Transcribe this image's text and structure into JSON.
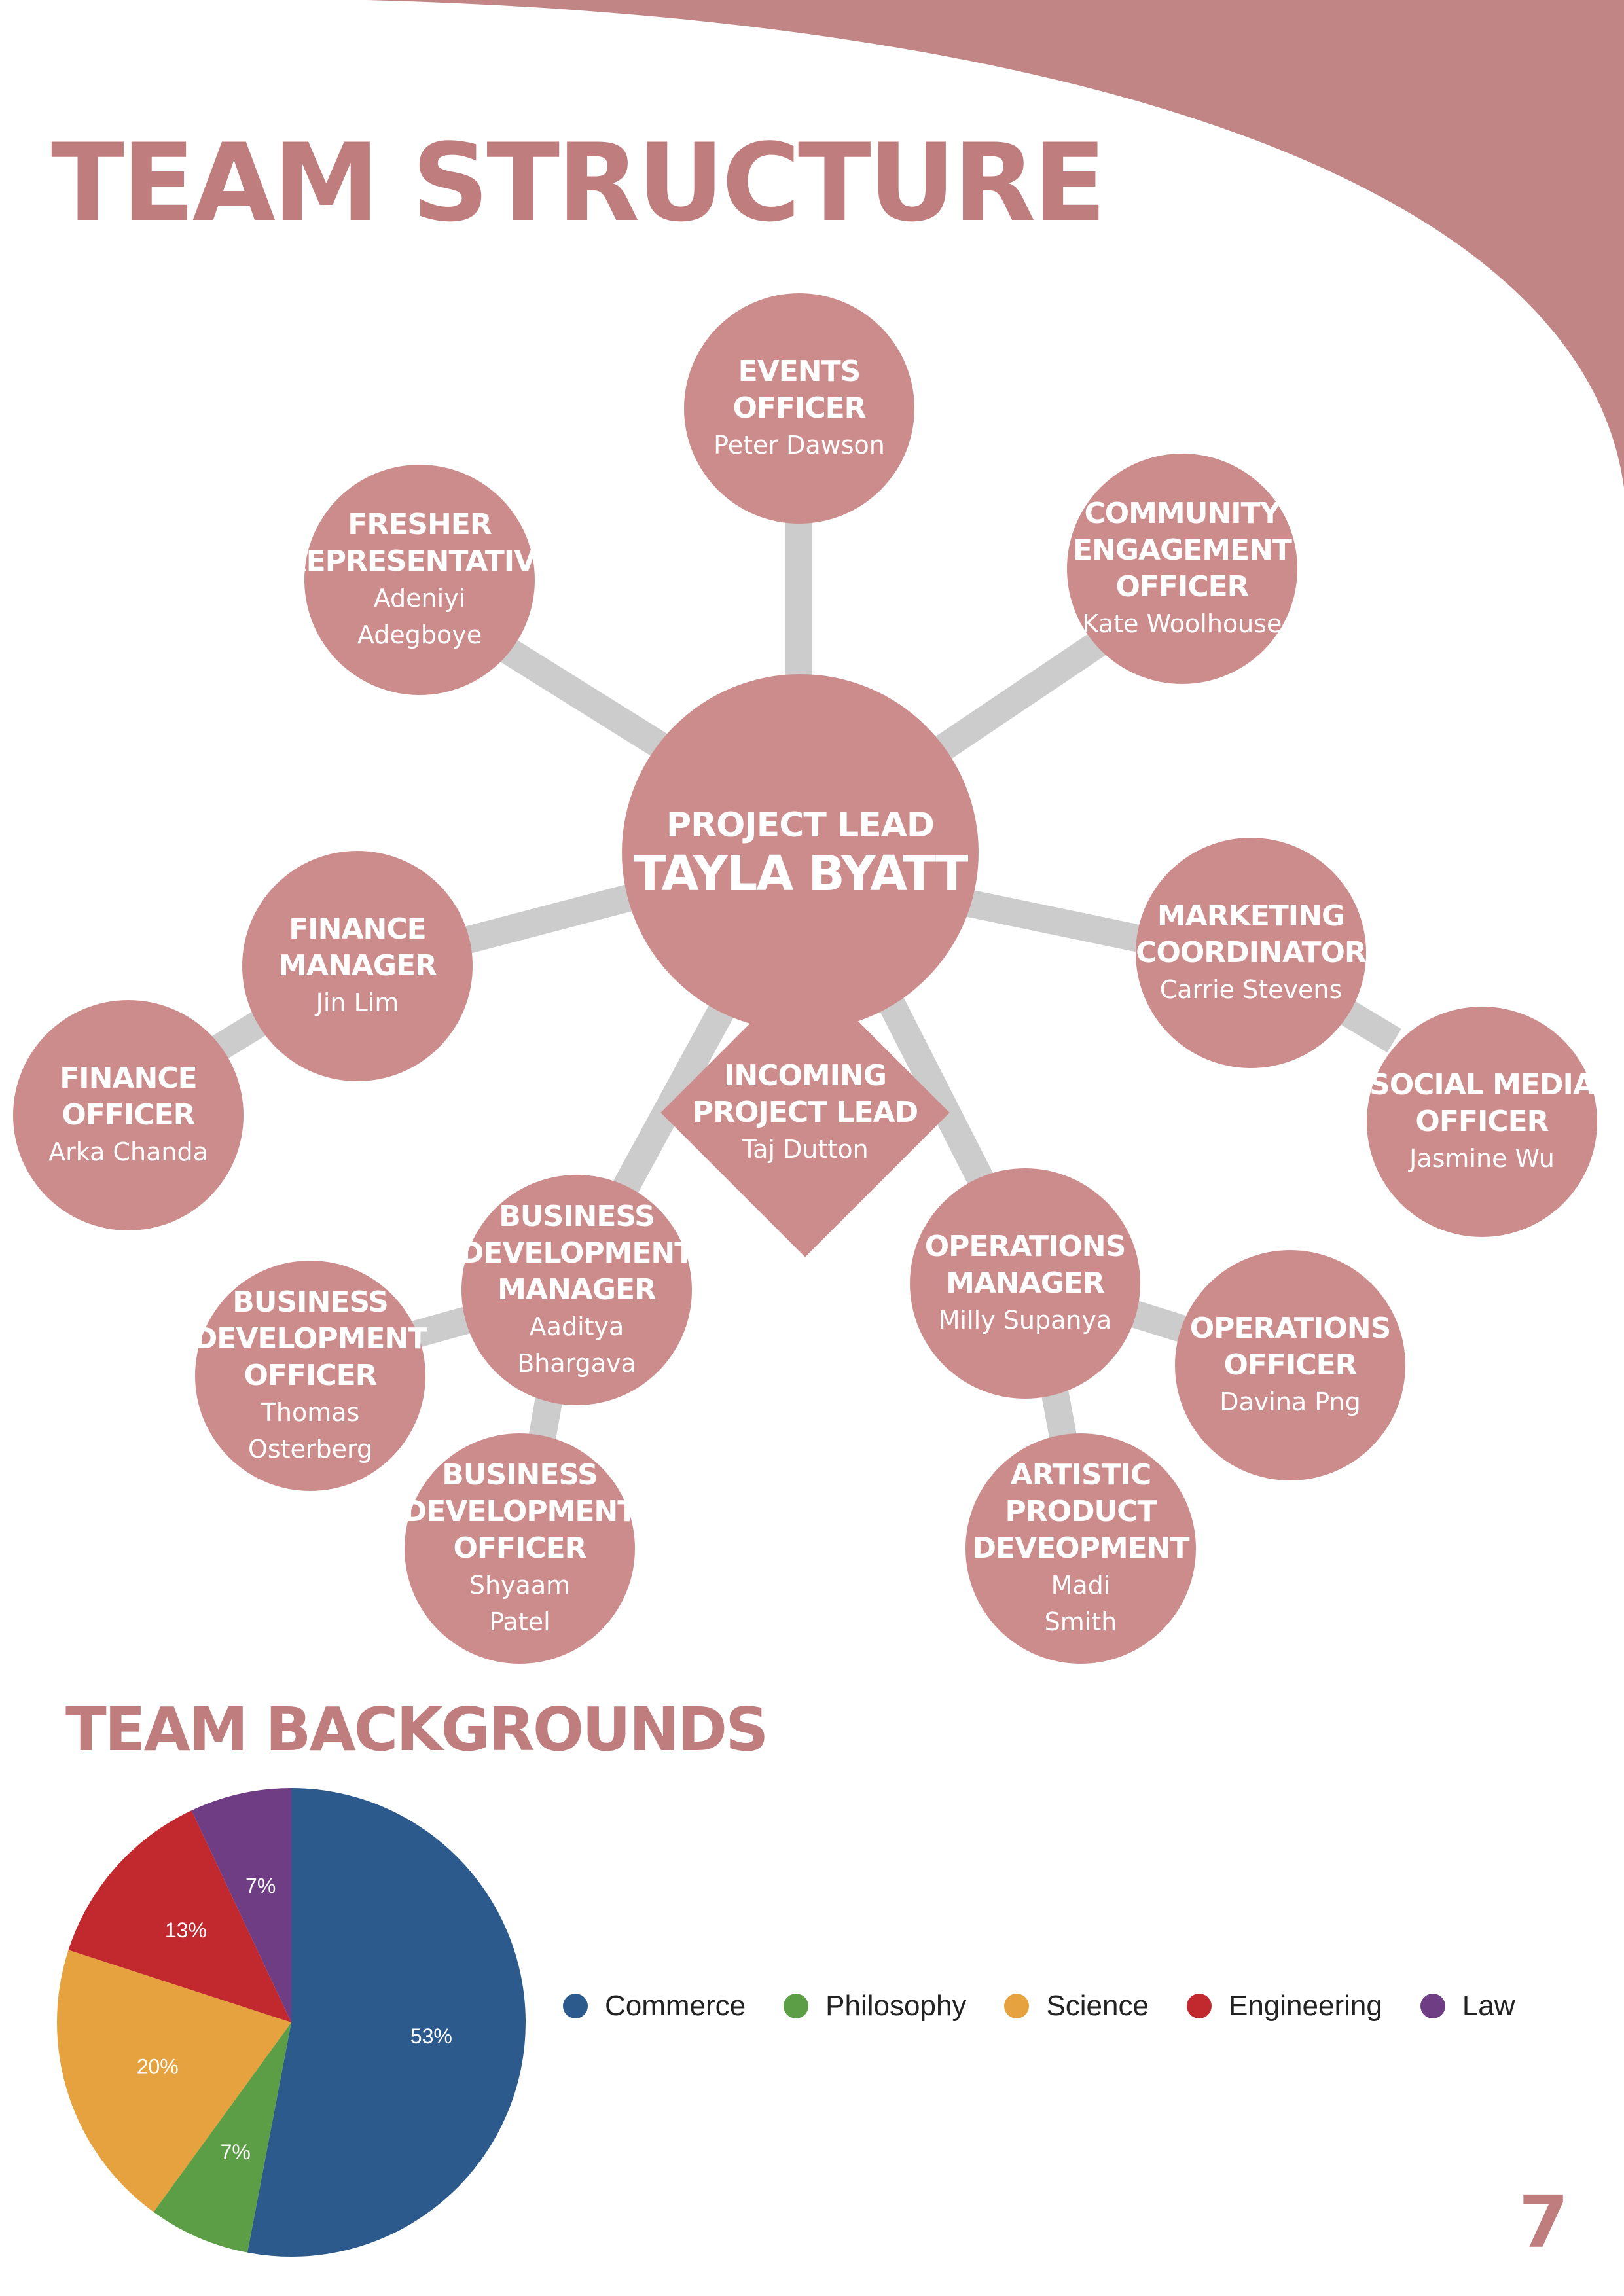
{
  "theme": {
    "accent": "#c07d7e",
    "node_fill": "#cc8c8c",
    "connector": "#cccccc"
  },
  "title": "TEAM STRUCTURE",
  "lead": {
    "role": "PROJECT LEAD",
    "name": "TAYLA BYATT"
  },
  "incoming_lead": {
    "role": "INCOMING\nPROJECT LEAD",
    "name": "Taj Dutton"
  },
  "roles": {
    "events": {
      "role": "EVENTS\nOFFICER",
      "name": "Peter Dawson"
    },
    "community": {
      "role": "COMMUNITY\nENGAGEMENT\nOFFICER",
      "name": "Kate Woolhouse"
    },
    "fresher": {
      "role": "FRESHER\nREPRESENTATIVE",
      "name": "Adeniyi\nAdegboye"
    },
    "finance_manager": {
      "role": "FINANCE\nMANAGER",
      "name": "Jin Lim"
    },
    "finance_officer": {
      "role": "FINANCE\nOFFICER",
      "name": "Arka Chanda"
    },
    "marketing": {
      "role": "MARKETING\nCOORDINATOR",
      "name": "Carrie Stevens"
    },
    "social_media": {
      "role": "SOCIAL MEDIA\nOFFICER",
      "name": "Jasmine Wu"
    },
    "bd_manager": {
      "role": "BUSINESS\nDEVELOPMENT\nMANAGER",
      "name": "Aaditya\nBhargava"
    },
    "bd_officer_1": {
      "role": "BUSINESS\nDEVELOPMENT\nOFFICER",
      "name": "Thomas\nOsterberg"
    },
    "bd_officer_2": {
      "role": "BUSINESS\nDEVELOPMENT\nOFFICER",
      "name": "Shyaam\nPatel"
    },
    "ops_manager": {
      "role": "OPERATIONS\nMANAGER",
      "name": "Milly Supanya"
    },
    "ops_officer": {
      "role": "OPERATIONS\nOFFICER",
      "name": "Davina Png"
    },
    "artistic": {
      "role": "ARTISTIC\nPRODUCT\nDEVEOPMENT",
      "name": "Madi\nSmith"
    }
  },
  "backgrounds_title": "TEAM BACKGROUNDS",
  "chart_data": {
    "type": "pie",
    "title": "TEAM BACKGROUNDS",
    "legend_position": "right",
    "slices": [
      {
        "label": "Commerce",
        "value": 53,
        "display": "53%",
        "color": "#2d5a8c"
      },
      {
        "label": "Philosophy",
        "value": 7,
        "display": "7%",
        "color": "#5c9e46"
      },
      {
        "label": "Science",
        "value": 20,
        "display": "20%",
        "color": "#e6a23e"
      },
      {
        "label": "Engineering",
        "value": 13,
        "display": "13%",
        "color": "#c2292e"
      },
      {
        "label": "Law",
        "value": 7,
        "display": "7%",
        "color": "#6f3d84"
      }
    ]
  },
  "page_number": "7"
}
